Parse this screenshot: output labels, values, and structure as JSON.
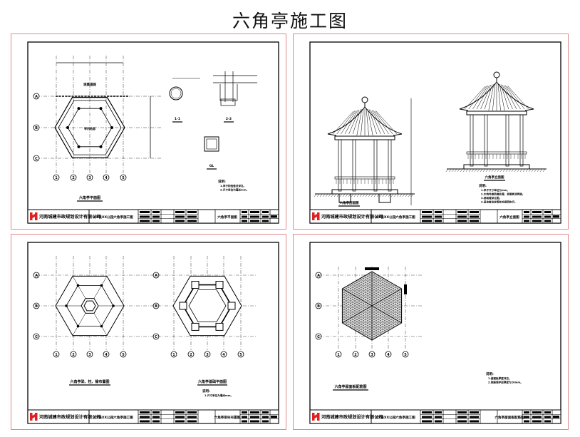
{
  "document": {
    "title": "六角亭施工图"
  },
  "title_block": {
    "company": "河南城建市政规划设计有限公司",
    "project": "XX县XX公园六角亭施工图"
  },
  "colors": {
    "panel_border": "#e08a8a",
    "logo": "#e02020",
    "line": "#000000"
  },
  "sheets": [
    {
      "sheet_name": "六角亭平面图",
      "drawing_titles": [
        "六角亭平面图",
        "1-1",
        "2-2",
        "GL"
      ],
      "plan_labels": [
        "观景道路",
        "亭内地面"
      ],
      "axis_labels_row": [
        "1",
        "2",
        "3",
        "4",
        "5"
      ],
      "axis_labels_col": [
        "A",
        "B",
        "C"
      ],
      "notes_title": "说明:",
      "notes": [
        "1.亭子构造做法详见。",
        "2.尺寸单位为毫米mm。"
      ]
    },
    {
      "sheet_name": "六角亭立面图",
      "drawing_titles": [
        "六角亭剖面图",
        "六角亭立面图"
      ],
      "notes_title": "说明:",
      "notes": [
        "1.亭子尺寸单位为mm。",
        "2.木构件做防腐处理，表面刷漆两道。",
        "3.基础埋深见图。",
        "4.其余做法参照有关规范执行。"
      ]
    },
    {
      "sheet_name": "六角亭梁柱布置图",
      "drawing_titles": [
        "六角亭梁、柱、椽布置图",
        "六角亭基础平面图"
      ],
      "notes_title": "说明:",
      "notes": [
        "1.尺寸单位为毫米mm。"
      ]
    },
    {
      "sheet_name": "六角亭屋面板配筋图",
      "drawing_titles": [
        "六角亭屋面板配筋图"
      ],
      "notes_title": "说明:",
      "notes": [
        "1.屋面板厚度详见。",
        "2.钢筋保护层厚度为20mm。"
      ]
    }
  ]
}
